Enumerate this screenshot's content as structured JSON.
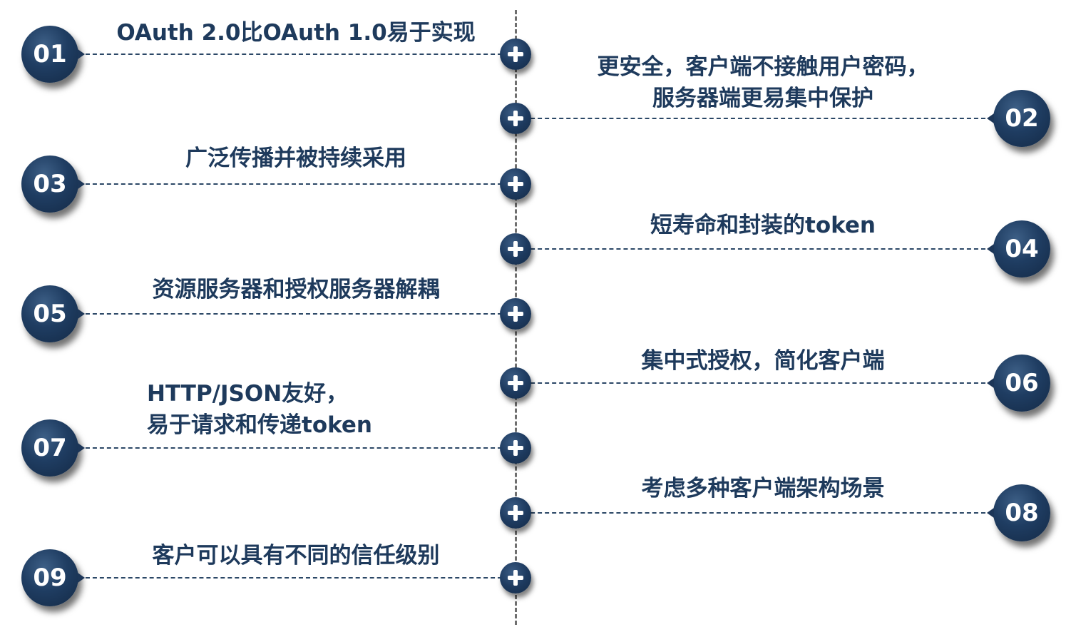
{
  "colors": {
    "badge": "#1f3d62",
    "text": "#1e3a5c",
    "connector": "#2b4766",
    "axis": "#6f6f6f"
  },
  "icons": {
    "node": "plus-circle-icon"
  },
  "items": [
    {
      "number": "01",
      "text": "OAuth 2.0比OAuth 1.0易于实现"
    },
    {
      "number": "02",
      "text": "更安全，客户端不接触用户密码，\n服务器端更易集中保护"
    },
    {
      "number": "03",
      "text": "广泛传播并被持续采用"
    },
    {
      "number": "04",
      "text": "短寿命和封装的token"
    },
    {
      "number": "05",
      "text": "资源服务器和授权服务器解耦"
    },
    {
      "number": "06",
      "text": "集中式授权，简化客户端"
    },
    {
      "number": "07",
      "text": "HTTP/JSON友好，\n易于请求和传递token"
    },
    {
      "number": "08",
      "text": "考虑多种客户端架构场景"
    },
    {
      "number": "09",
      "text": "客户可以具有不同的信任级别"
    }
  ]
}
